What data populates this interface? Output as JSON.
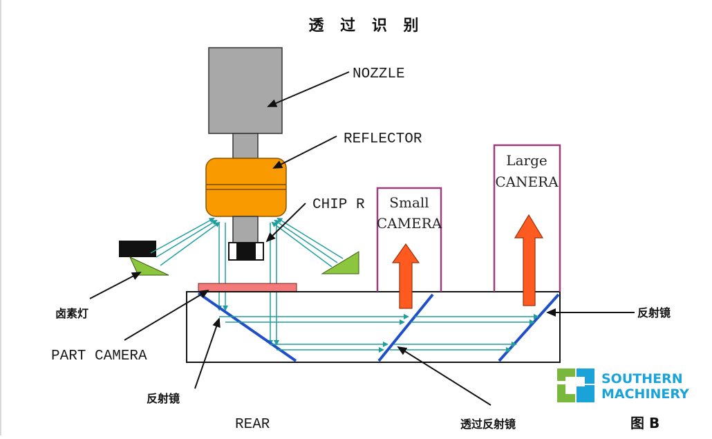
{
  "title": "透 过 识 别",
  "labels": {
    "nozzle": "NOZZLE",
    "reflector": "REFLECTOR",
    "chip": "CHIP R",
    "halogen_lamp": "卤素灯",
    "part_camera": "PART CAMERA",
    "mirror_left": "反射镜",
    "mirror_right": "反射镜",
    "rear": "REAR",
    "half_mirror": "透过反射镜",
    "figure": "图 B"
  },
  "cameras": {
    "small_line1": "Small",
    "small_line2": "CAMERA",
    "large_line1": "Large",
    "large_line2": "CANERA"
  },
  "brand": {
    "line1": "SOUTHERN",
    "line2": "MACHINERY"
  },
  "colors": {
    "nozzle": "#a8a8a8",
    "reflector": "#f89a00",
    "lamp_body": "#111111",
    "lamp_wedge": "#8cc63f",
    "light_ray": "#1f9e9e",
    "mirror": "#1f4fc8",
    "camera_box": "#9b3c7d",
    "arrow": "#ff5a1f",
    "part_camera_plate": "#f47a7a",
    "brand_green": "#79b83c",
    "brand_blue": "#1aa3d9"
  }
}
